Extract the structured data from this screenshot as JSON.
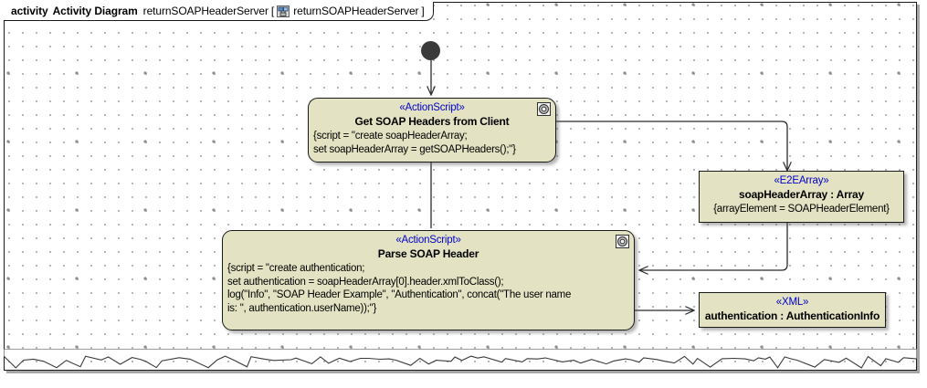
{
  "diagram": {
    "header": {
      "keyword": "activity",
      "type_label": "Activity Diagram",
      "name": "returnSOAPHeaderServer",
      "bracket_open": "[",
      "bracket_close": "]",
      "qualified_name": "returnSOAPHeaderServer",
      "icon": "activity-diagram-icon"
    },
    "colors": {
      "node_fill": "#e3e3c4",
      "node_border": "#1a1a1a",
      "stereotype_text": "#0000cc",
      "title_text": "#000000",
      "initial_node": "#3a3a3a",
      "grid_dot": "#a8a8a8",
      "canvas": "#ffffff"
    },
    "nodes": [
      {
        "id": "initial",
        "kind": "initial-node",
        "label": ""
      },
      {
        "id": "get-soap-headers",
        "kind": "action-node",
        "stereotype": "«ActionScript»",
        "title": "Get SOAP Headers from Client",
        "body": "{script = \"create soapHeaderArray;\nset soapHeaderArray = getSOAPHeaders();\"}",
        "icon": "action-script-icon"
      },
      {
        "id": "parse-soap-header",
        "kind": "action-node",
        "stereotype": "«ActionScript»",
        "title": "Parse SOAP Header",
        "body": "{script = \"create authentication;\nset authentication = soapHeaderArray[0].header.xmlToClass();\nlog(\"Info\", \"SOAP Header Example\", \"Authentication\", concat(\"The user name\nis: \", authentication.userName));\"}",
        "icon": "action-script-icon"
      },
      {
        "id": "soap-header-array",
        "kind": "object-node",
        "stereotype": "«E2EArray»",
        "title": "soapHeaderArray : Array",
        "body": "{arrayElement = SOAPHeaderElement}"
      },
      {
        "id": "authentication",
        "kind": "object-node",
        "stereotype": "«XML»",
        "title": "authentication : AuthenticationInfo",
        "body": ""
      }
    ],
    "edges": [
      {
        "id": "edge-initial-to-get",
        "from": "initial",
        "to": "get-soap-headers"
      },
      {
        "id": "edge-get-to-array",
        "from": "get-soap-headers",
        "to": "soap-header-array"
      },
      {
        "id": "edge-array-to-parse",
        "from": "soap-header-array",
        "to": "parse-soap-header"
      },
      {
        "id": "edge-get-to-parse",
        "from": "get-soap-headers",
        "to": "parse-soap-header"
      },
      {
        "id": "edge-parse-to-auth",
        "from": "parse-soap-header",
        "to": "authentication"
      }
    ]
  }
}
